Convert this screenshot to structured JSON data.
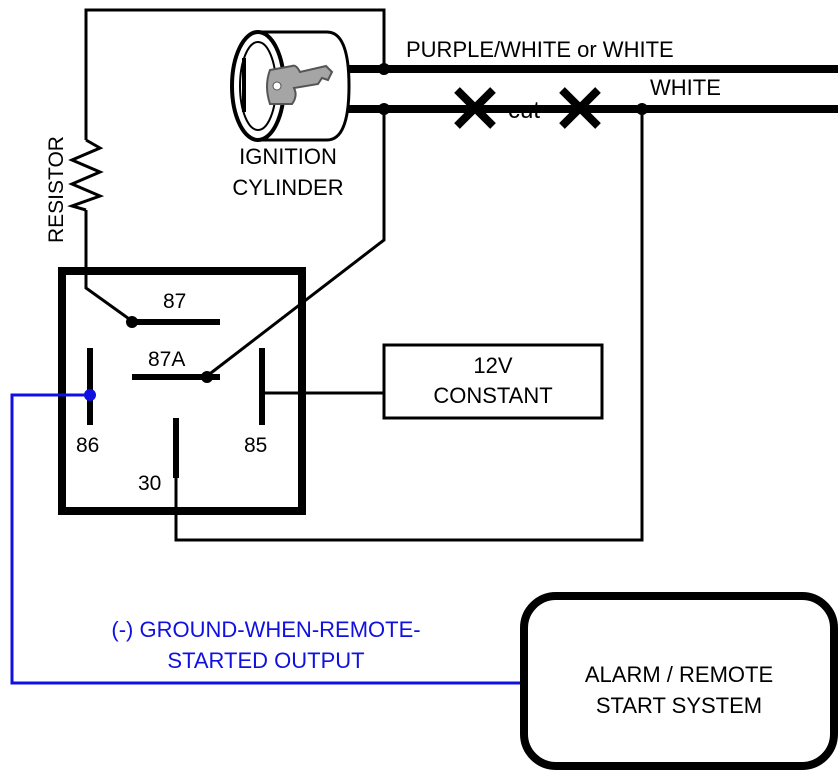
{
  "wires": {
    "purple_white": "PURPLE/WHITE or WHITE",
    "white": "WHITE",
    "cut": "cut"
  },
  "ignition": {
    "line1": "IGNITION",
    "line2": "CYLINDER"
  },
  "resistor": {
    "label": "RESISTOR"
  },
  "relay": {
    "pin_87": "87",
    "pin_87a": "87A",
    "pin_86": "86",
    "pin_85": "85",
    "pin_30": "30"
  },
  "constant": {
    "line1": "12V",
    "line2": "CONSTANT"
  },
  "ground_output": {
    "line1": "(-) GROUND-WHEN-REMOTE-",
    "line2": "STARTED OUTPUT"
  },
  "alarm": {
    "line1": "ALARM / REMOTE",
    "line2": "START SYSTEM"
  },
  "colors": {
    "wire": "#000000",
    "ground_wire": "#1010e0",
    "key": "#9a9a9a"
  }
}
